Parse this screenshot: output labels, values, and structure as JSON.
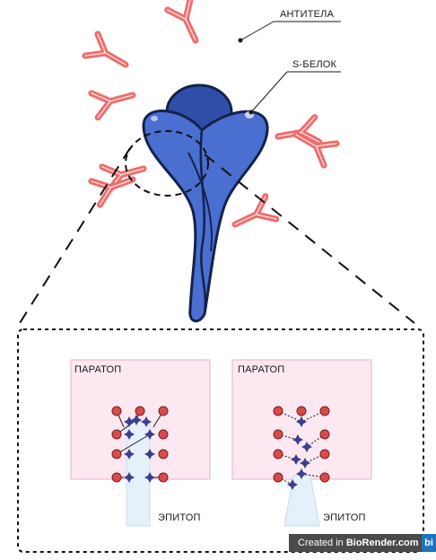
{
  "labels": {
    "antibodies": "АНТИТЕЛА",
    "spike": "S-БЕЛОК",
    "paratope_left": "ПАРАТОП",
    "paratope_right": "ПАРАТОП",
    "epitope_left": "ЭПИТОП",
    "epitope_right": "ЭПИТОП"
  },
  "watermark": {
    "prefix": "Created in",
    "brand": "BioRender.com",
    "logo": "bi"
  },
  "colors": {
    "antibody": "#f26b6b",
    "spike_protein": "#4a6fd0",
    "spike_dark": "#2f4ea8",
    "paratope_bg": "#fbe8f0",
    "atom": "#d94a4a",
    "star": "#3a3f8f",
    "epitope": "#e6f0fa"
  }
}
